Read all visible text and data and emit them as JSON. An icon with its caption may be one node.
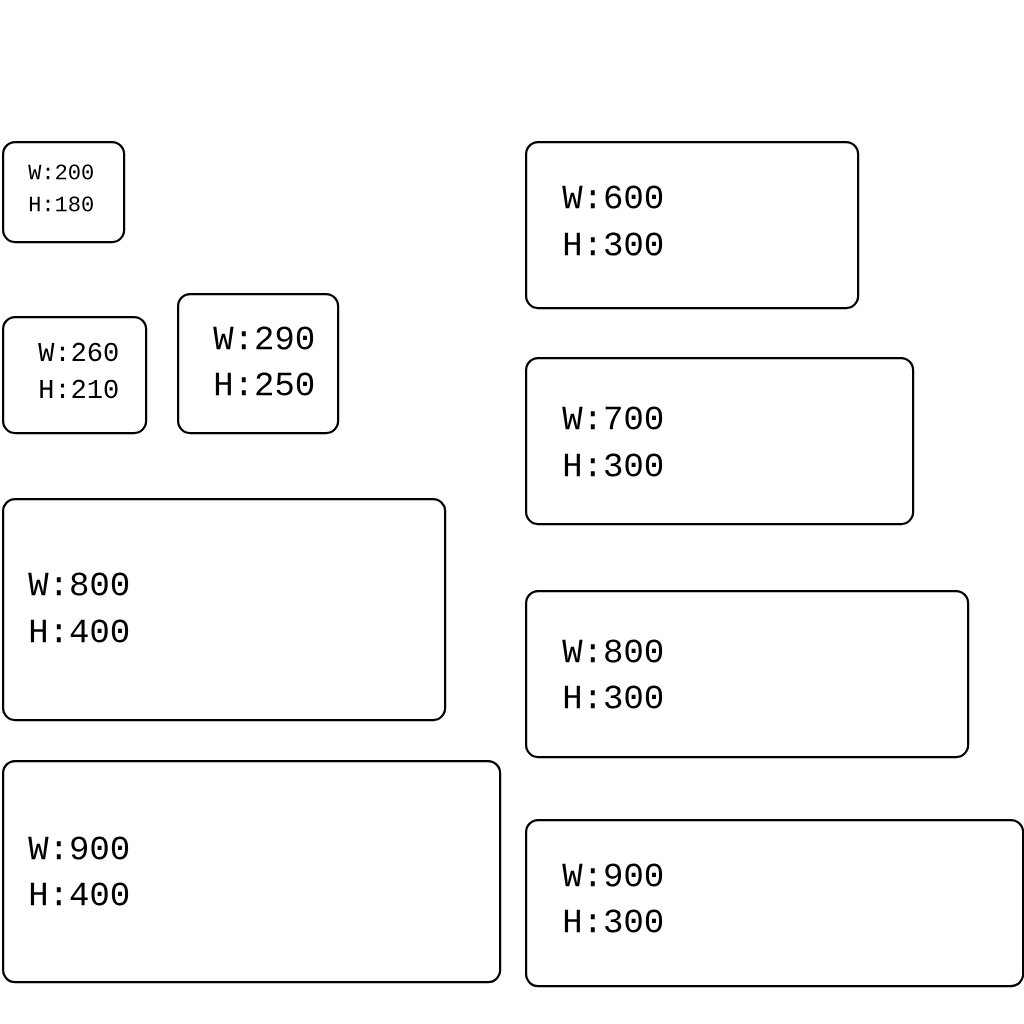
{
  "diagram": {
    "nodes": [
      {
        "text": [
          "W:200",
          "H:180"
        ]
      },
      {
        "text": [
          "W:600",
          "H:300"
        ]
      },
      {
        "text": [
          "W:260",
          "H:210"
        ]
      },
      {
        "text": [
          "W:290",
          "H:250"
        ]
      },
      {
        "text": [
          "W:700",
          "H:300"
        ]
      },
      {
        "text": [
          "W:800",
          "H:400"
        ]
      },
      {
        "text": [
          "W:800",
          "H:300"
        ]
      },
      {
        "text": [
          "W:900",
          "H:400"
        ]
      },
      {
        "text": [
          "W:900",
          "H:300"
        ]
      }
    ]
  }
}
